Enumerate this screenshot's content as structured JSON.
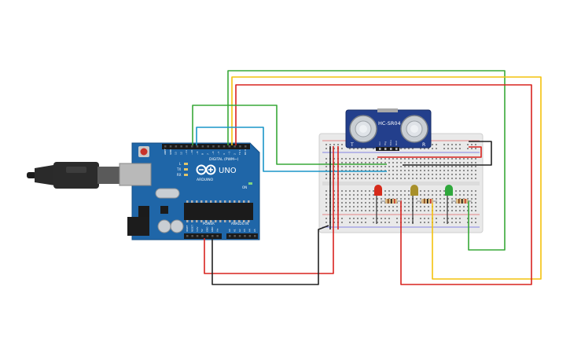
{
  "arduino": {
    "brand_label": "UNO",
    "logo_text": "ARDUINO",
    "digital_header_label": "DIGITAL (PWM~)",
    "power_label": "POWER",
    "analog_label": "ANALOG IN",
    "pin_labels_top": [
      "AREF",
      "GND",
      "13",
      "12",
      "~11",
      "~10",
      "~9",
      "8",
      "7",
      "~6",
      "~5",
      "4",
      "~3",
      "2",
      "TX 1",
      "RX 0"
    ],
    "pin_labels_power": [
      "IOREF",
      "RESET",
      "3.3V",
      "5V",
      "GND",
      "GND",
      "Vin"
    ],
    "pin_labels_analog": [
      "A0",
      "A1",
      "A2",
      "A3",
      "A4",
      "A5"
    ],
    "tx_label": "TX",
    "rx_label": "RX",
    "l_label": "L",
    "on_label": "ON"
  },
  "sensor": {
    "model_label": "HC-SR04",
    "t_label": "T",
    "r_label": "R",
    "pin_labels": [
      "Vcc",
      "Trig",
      "Echo",
      "Gnd"
    ]
  },
  "colors": {
    "board": "#1f66a8",
    "sensor_board": "#233f8c",
    "breadboard": "#e9e9e9",
    "wire_red": "#d9231f",
    "wire_green": "#38a838",
    "wire_yellow": "#f4c20d",
    "wire_blue": "#1a96c8",
    "wire_black": "#222222",
    "led_red": "#d62a1a",
    "led_yellow": "#a8902a",
    "led_green": "#2fa83c"
  }
}
